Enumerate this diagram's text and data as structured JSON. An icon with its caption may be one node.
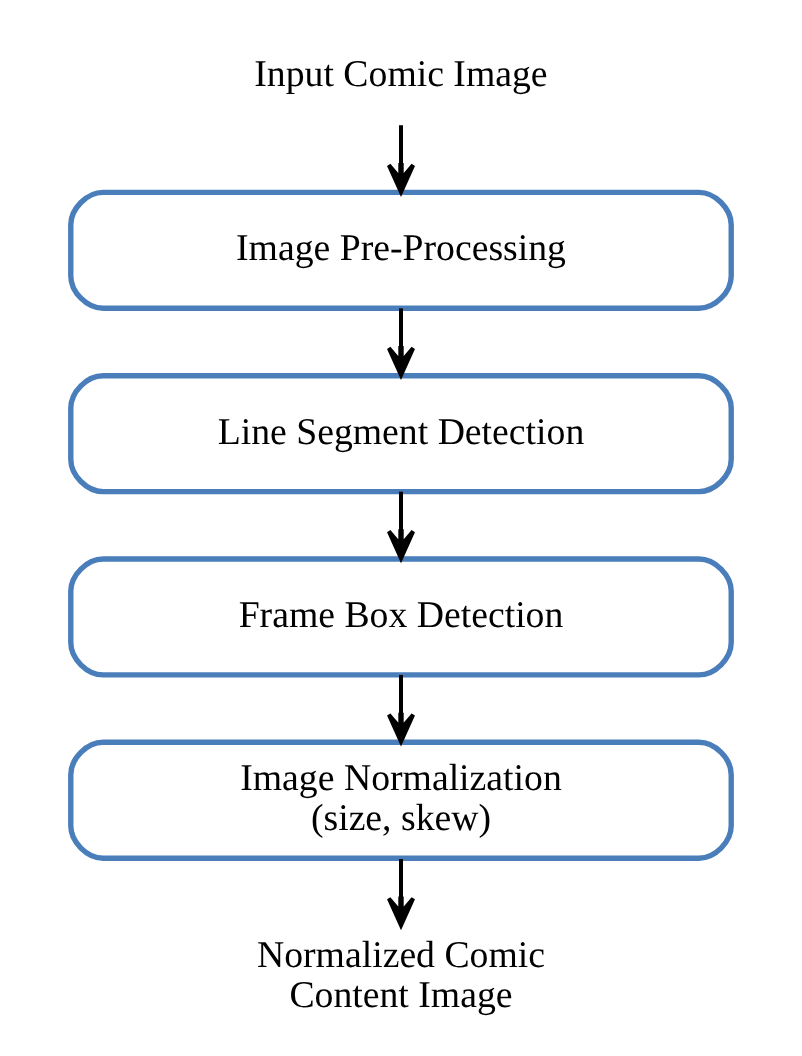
{
  "diagram": {
    "nodes": [
      {
        "text": [
          "Input Comic Image"
        ]
      },
      {
        "text": [
          "Image Pre-Processing"
        ]
      },
      {
        "text": [
          "Line Segment Detection"
        ]
      },
      {
        "text": [
          "Frame Box Detection"
        ]
      },
      {
        "text": [
          "Image Normalization (size, skew)"
        ]
      },
      {
        "text": [
          "Normalized Comic Content Image"
        ]
      }
    ],
    "edges": [
      {
        "from": 0,
        "to": 1,
        "arrow": "to"
      },
      {
        "from": 1,
        "to": 2,
        "arrow": "to"
      },
      {
        "from": 2,
        "to": 3,
        "arrow": "to"
      },
      {
        "from": 3,
        "to": 4,
        "arrow": "to"
      },
      {
        "from": 4,
        "to": 5,
        "arrow": "to"
      }
    ]
  }
}
